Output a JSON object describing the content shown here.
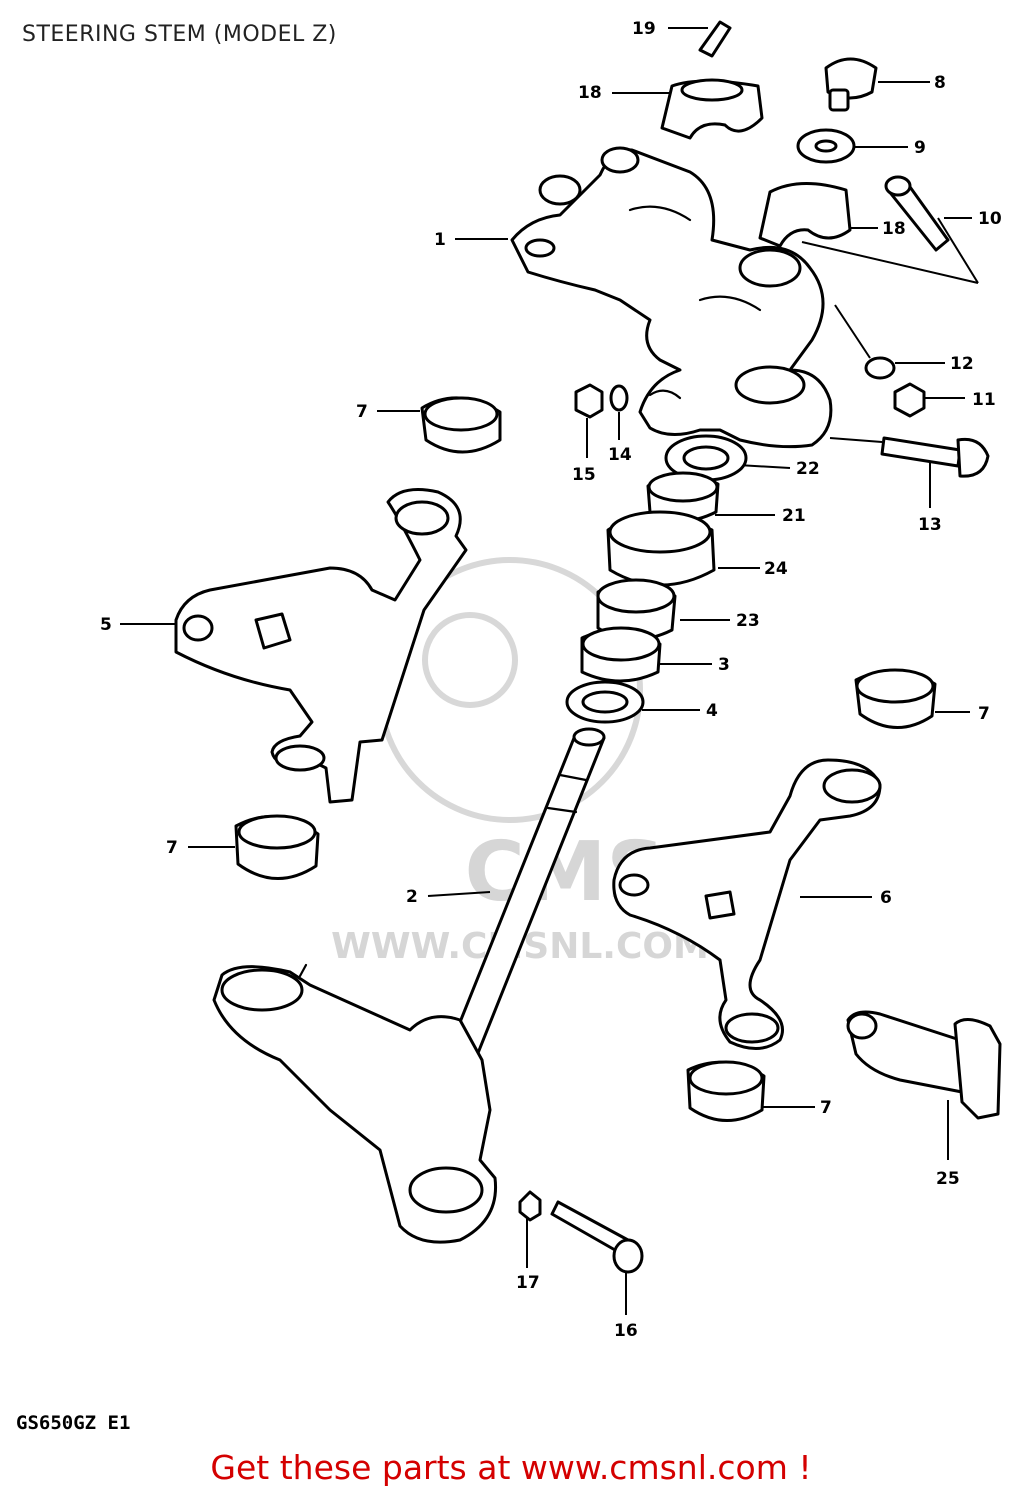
{
  "title": "STEERING STEM (MODEL Z)",
  "model_code": "GS650GZ E1",
  "footer": {
    "text": "Get these parts at www.cmsnl.com !",
    "color": "#d40000"
  },
  "watermark": {
    "logo_text": "CMS",
    "url_text": "WWW.CMSNL.COM",
    "color": "#d6d6d6"
  },
  "callouts": [
    {
      "id": "c19",
      "label": "19"
    },
    {
      "id": "c18a",
      "label": "18"
    },
    {
      "id": "c8",
      "label": "8"
    },
    {
      "id": "c9",
      "label": "9"
    },
    {
      "id": "c10",
      "label": "10"
    },
    {
      "id": "c18b",
      "label": "18"
    },
    {
      "id": "c1",
      "label": "1"
    },
    {
      "id": "c12",
      "label": "12"
    },
    {
      "id": "c11",
      "label": "11"
    },
    {
      "id": "c7a",
      "label": "7"
    },
    {
      "id": "c15",
      "label": "15"
    },
    {
      "id": "c14",
      "label": "14"
    },
    {
      "id": "c22",
      "label": "22"
    },
    {
      "id": "c13",
      "label": "13"
    },
    {
      "id": "c21",
      "label": "21"
    },
    {
      "id": "c24",
      "label": "24"
    },
    {
      "id": "c5",
      "label": "5"
    },
    {
      "id": "c23",
      "label": "23"
    },
    {
      "id": "c3",
      "label": "3"
    },
    {
      "id": "c4",
      "label": "4"
    },
    {
      "id": "c7b",
      "label": "7"
    },
    {
      "id": "c7c",
      "label": "7"
    },
    {
      "id": "c2",
      "label": "2"
    },
    {
      "id": "c6",
      "label": "6"
    },
    {
      "id": "c7d",
      "label": "7"
    },
    {
      "id": "c25",
      "label": "25"
    },
    {
      "id": "c17",
      "label": "17"
    },
    {
      "id": "c16",
      "label": "16"
    }
  ]
}
